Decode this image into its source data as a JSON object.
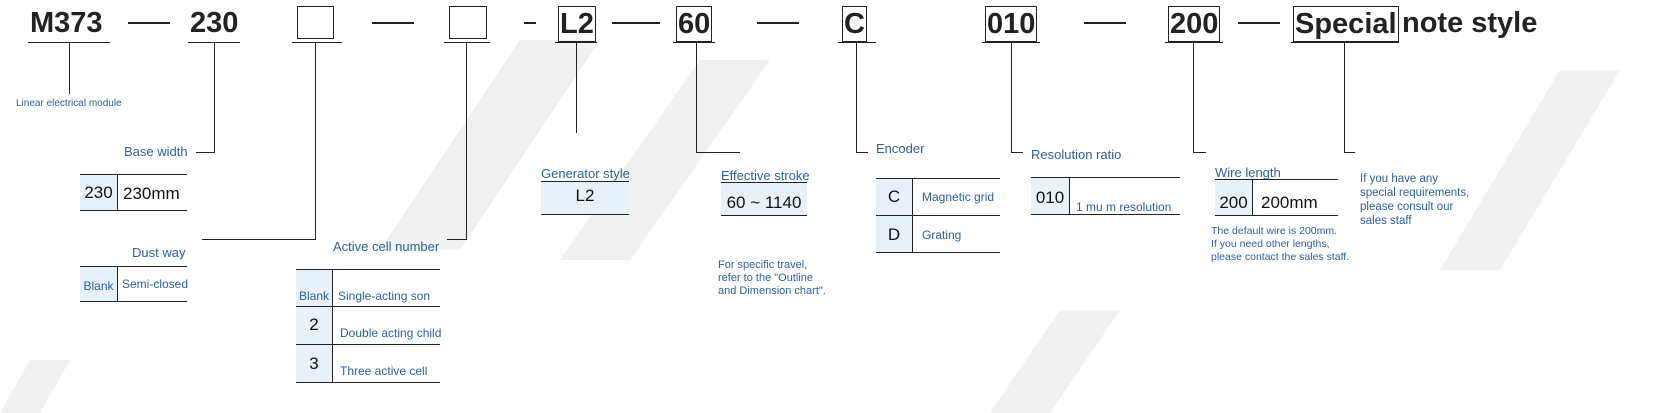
{
  "header": {
    "model": "M373",
    "width": "230",
    "generator": "L2",
    "stroke": "60",
    "encoder": "C",
    "resolution": "010",
    "wire": "200",
    "special": "Special",
    "special_suffix": "note style"
  },
  "model_desc": "Linear electrical module",
  "base_width": {
    "label": "Base width",
    "code": "230",
    "value": "230mm"
  },
  "dust_way": {
    "label": "Dust way",
    "code": "Blank",
    "value": "Semi-closed"
  },
  "active_cell": {
    "label": "Active cell number",
    "rows": [
      {
        "code": "Blank",
        "value": "Single-acting son"
      },
      {
        "code": "2",
        "value": "Double acting child"
      },
      {
        "code": "3",
        "value": "Three active cell"
      }
    ]
  },
  "generator_style": {
    "label": "Generator style",
    "value": "L2"
  },
  "effective_stroke": {
    "label": "Effective stroke",
    "value": "60 ~ 1140",
    "note": [
      "For specific travel,",
      "refer to the \"Outline",
      "and Dimension chart\"."
    ]
  },
  "encoder": {
    "label": "Encoder",
    "rows": [
      {
        "code": "C",
        "value": "Magnetic grid"
      },
      {
        "code": "D",
        "value": "Grating"
      }
    ]
  },
  "resolution_ratio": {
    "label": "Resolution ratio",
    "code": "010",
    "value": "1 mu m resolution"
  },
  "wire_length": {
    "label": "Wire length",
    "code": "200",
    "value": "200mm",
    "note": [
      "The default wire is 200mm.",
      "If you need other lengths,",
      "please contact the sales staff."
    ]
  },
  "special_note": [
    "If you have any",
    "special requirements,",
    "please consult our",
    "sales staff"
  ]
}
